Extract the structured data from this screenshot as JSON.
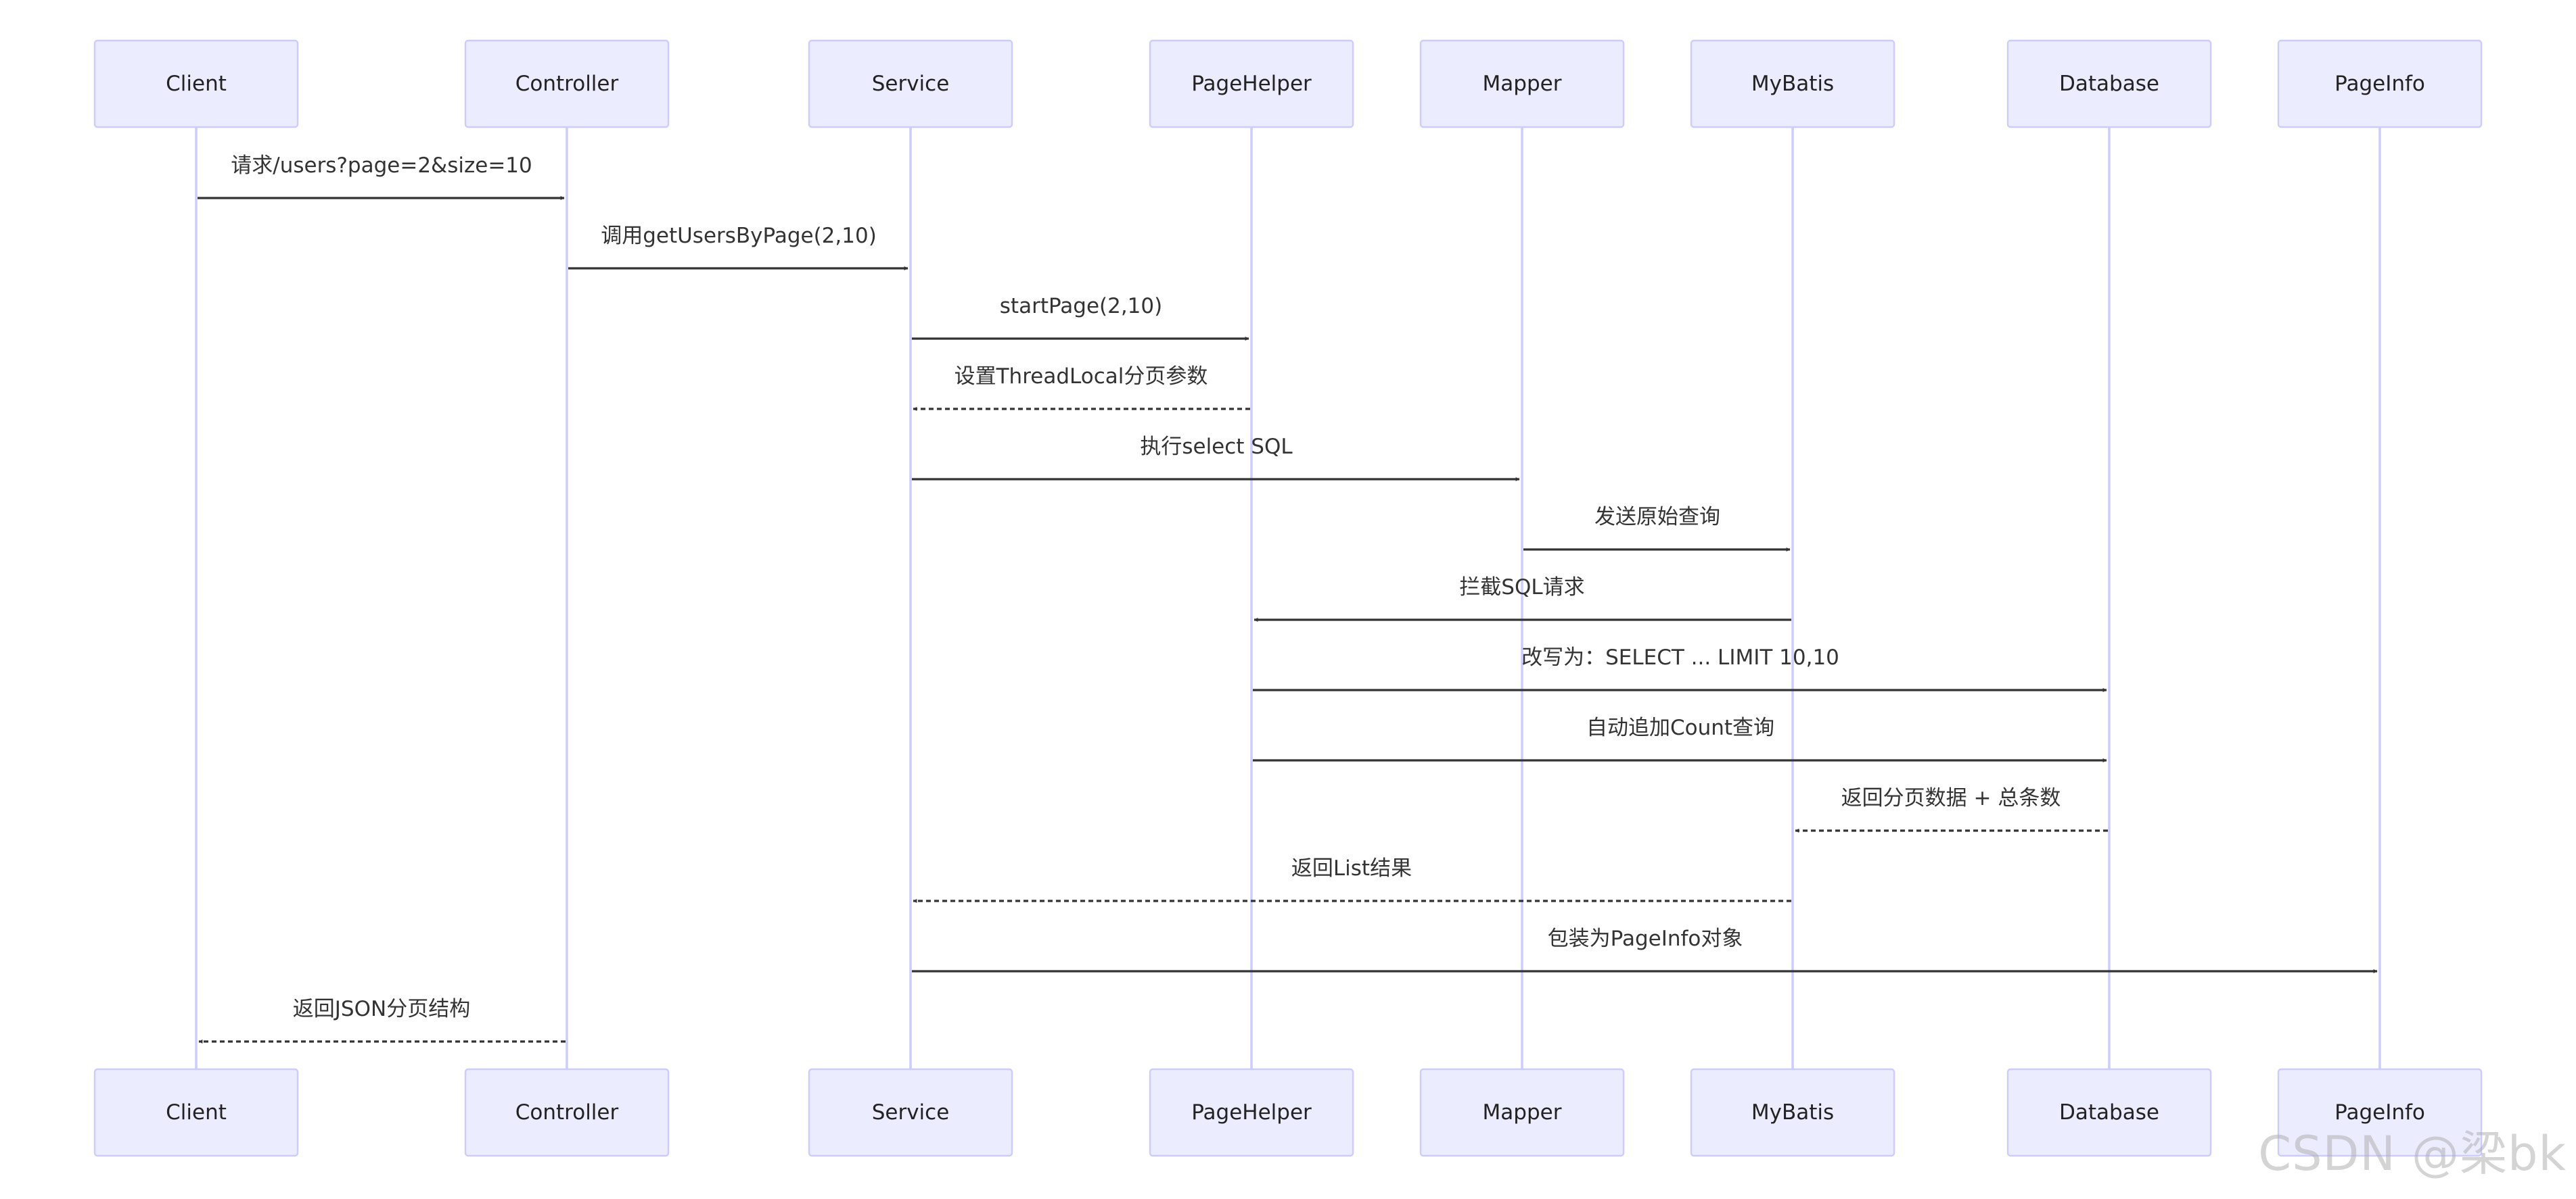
{
  "participants": [
    {
      "id": "client",
      "label": "Client"
    },
    {
      "id": "controller",
      "label": "Controller"
    },
    {
      "id": "service",
      "label": "Service"
    },
    {
      "id": "pagehelper",
      "label": "PageHelper"
    },
    {
      "id": "mapper",
      "label": "Mapper"
    },
    {
      "id": "mybatis",
      "label": "MyBatis"
    },
    {
      "id": "database",
      "label": "Database"
    },
    {
      "id": "pageinfo",
      "label": "PageInfo"
    }
  ],
  "messages": [
    {
      "from": "client",
      "to": "controller",
      "label": "请求/users?page=2&size=10",
      "style": "solid"
    },
    {
      "from": "controller",
      "to": "service",
      "label": "调用getUsersByPage(2,10)",
      "style": "solid"
    },
    {
      "from": "service",
      "to": "pagehelper",
      "label": "startPage(2,10)",
      "style": "solid"
    },
    {
      "from": "pagehelper",
      "to": "service",
      "label": "设置ThreadLocal分页参数",
      "style": "dashed"
    },
    {
      "from": "service",
      "to": "mapper",
      "label": "执行select SQL",
      "style": "solid"
    },
    {
      "from": "mapper",
      "to": "mybatis",
      "label": "发送原始查询",
      "style": "solid"
    },
    {
      "from": "mybatis",
      "to": "pagehelper",
      "label": "拦截SQL请求",
      "style": "solid"
    },
    {
      "from": "pagehelper",
      "to": "database",
      "label": "改写为：SELECT ... LIMIT 10,10",
      "style": "solid"
    },
    {
      "from": "pagehelper",
      "to": "database",
      "label": "自动追加Count查询",
      "style": "solid"
    },
    {
      "from": "database",
      "to": "mybatis",
      "label": "返回分页数据 + 总条数",
      "style": "dashed"
    },
    {
      "from": "mybatis",
      "to": "service",
      "label": "返回List结果",
      "style": "dashed"
    },
    {
      "from": "service",
      "to": "pageinfo",
      "label": "包装为PageInfo对象",
      "style": "solid"
    },
    {
      "from": "controller",
      "to": "client",
      "label": "返回JSON分页结构",
      "style": "dashed"
    }
  ],
  "colors": {
    "actor_fill": "#ececff",
    "actor_border": "#ccccff",
    "lifeline": "#ccccff",
    "message": "#333333"
  },
  "watermark": "CSDN @梁bk"
}
